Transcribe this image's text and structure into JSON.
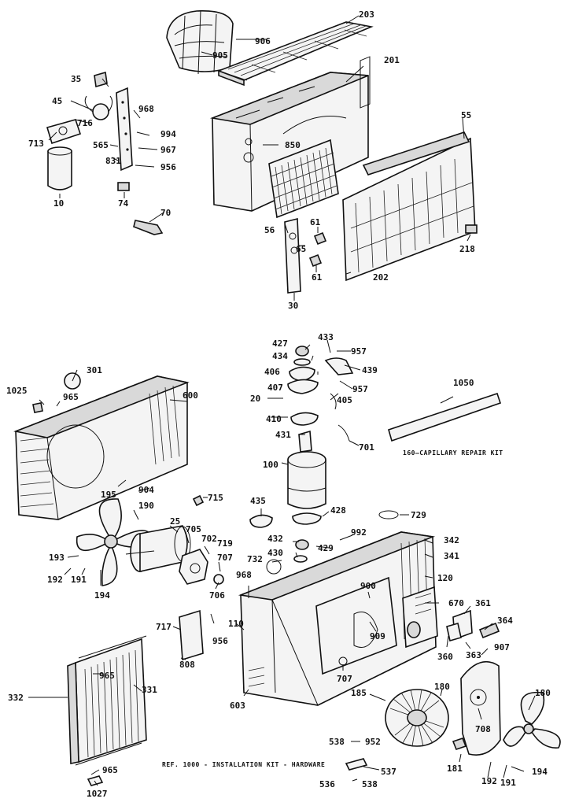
{
  "callouts": [
    {
      "id": "c203",
      "text": "203"
    },
    {
      "id": "c906",
      "text": "906"
    },
    {
      "id": "c905",
      "text": "905"
    },
    {
      "id": "c201",
      "text": "201"
    },
    {
      "id": "c35",
      "text": "35"
    },
    {
      "id": "c45",
      "text": "45"
    },
    {
      "id": "c716",
      "text": "716"
    },
    {
      "id": "c713",
      "text": "713"
    },
    {
      "id": "c968a",
      "text": "968"
    },
    {
      "id": "c994",
      "text": "994"
    },
    {
      "id": "c565",
      "text": "565"
    },
    {
      "id": "c967",
      "text": "967"
    },
    {
      "id": "c831",
      "text": "831"
    },
    {
      "id": "c956a",
      "text": "956"
    },
    {
      "id": "c10",
      "text": "10"
    },
    {
      "id": "c74",
      "text": "74"
    },
    {
      "id": "c70",
      "text": "70"
    },
    {
      "id": "c850",
      "text": "850"
    },
    {
      "id": "c55",
      "text": "55"
    },
    {
      "id": "c56",
      "text": "56"
    },
    {
      "id": "c61a",
      "text": "61"
    },
    {
      "id": "c65",
      "text": "65"
    },
    {
      "id": "c61b",
      "text": "61"
    },
    {
      "id": "c218",
      "text": "218"
    },
    {
      "id": "c202",
      "text": "202"
    },
    {
      "id": "c30",
      "text": "30"
    },
    {
      "id": "c427",
      "text": "427"
    },
    {
      "id": "c433",
      "text": "433"
    },
    {
      "id": "c957a",
      "text": "957"
    },
    {
      "id": "c434",
      "text": "434"
    },
    {
      "id": "c439",
      "text": "439"
    },
    {
      "id": "c406",
      "text": "406"
    },
    {
      "id": "c957b",
      "text": "957"
    },
    {
      "id": "c407",
      "text": "407"
    },
    {
      "id": "c405",
      "text": "405"
    },
    {
      "id": "c20",
      "text": "20"
    },
    {
      "id": "c410",
      "text": "410"
    },
    {
      "id": "c431",
      "text": "431"
    },
    {
      "id": "c701",
      "text": "701"
    },
    {
      "id": "c100",
      "text": "100"
    },
    {
      "id": "c301",
      "text": "301"
    },
    {
      "id": "c1025",
      "text": "1025"
    },
    {
      "id": "c965a",
      "text": "965"
    },
    {
      "id": "c600",
      "text": "600"
    },
    {
      "id": "c1050",
      "text": "1050"
    },
    {
      "id": "c195",
      "text": "195"
    },
    {
      "id": "c904",
      "text": "904"
    },
    {
      "id": "c715",
      "text": "715"
    },
    {
      "id": "c435",
      "text": "435"
    },
    {
      "id": "c428",
      "text": "428"
    },
    {
      "id": "c729",
      "text": "729"
    },
    {
      "id": "c190",
      "text": "190"
    },
    {
      "id": "c25",
      "text": "25"
    },
    {
      "id": "c705",
      "text": "705"
    },
    {
      "id": "c702",
      "text": "702"
    },
    {
      "id": "c719",
      "text": "719"
    },
    {
      "id": "c432",
      "text": "432"
    },
    {
      "id": "c992",
      "text": "992"
    },
    {
      "id": "c429",
      "text": "429"
    },
    {
      "id": "c342",
      "text": "342"
    },
    {
      "id": "c193",
      "text": "193"
    },
    {
      "id": "c707a",
      "text": "707"
    },
    {
      "id": "c430",
      "text": "430"
    },
    {
      "id": "c341",
      "text": "341"
    },
    {
      "id": "c192",
      "text": "192"
    },
    {
      "id": "c191",
      "text": "191"
    },
    {
      "id": "c732",
      "text": "732"
    },
    {
      "id": "c706",
      "text": "706"
    },
    {
      "id": "c120",
      "text": "120"
    },
    {
      "id": "c194a",
      "text": "194"
    },
    {
      "id": "c968b",
      "text": "968"
    },
    {
      "id": "c900",
      "text": "900"
    },
    {
      "id": "c670",
      "text": "670"
    },
    {
      "id": "c361",
      "text": "361"
    },
    {
      "id": "c364",
      "text": "364"
    },
    {
      "id": "c717",
      "text": "717"
    },
    {
      "id": "c110",
      "text": "110"
    },
    {
      "id": "c956b",
      "text": "956"
    },
    {
      "id": "c909",
      "text": "909"
    },
    {
      "id": "c808",
      "text": "808"
    },
    {
      "id": "c360",
      "text": "360"
    },
    {
      "id": "c363",
      "text": "363"
    },
    {
      "id": "c907",
      "text": "907"
    },
    {
      "id": "c965b",
      "text": "965"
    },
    {
      "id": "c332",
      "text": "332"
    },
    {
      "id": "c331",
      "text": "331"
    },
    {
      "id": "c707b",
      "text": "707"
    },
    {
      "id": "c603",
      "text": "603"
    },
    {
      "id": "c185",
      "text": "185"
    },
    {
      "id": "c180a",
      "text": "180"
    },
    {
      "id": "c180b",
      "text": "180"
    },
    {
      "id": "c708",
      "text": "708"
    },
    {
      "id": "c538a",
      "text": "538"
    },
    {
      "id": "c952",
      "text": "952"
    },
    {
      "id": "c181",
      "text": "181"
    },
    {
      "id": "c537",
      "text": "537"
    },
    {
      "id": "c965c",
      "text": "965"
    },
    {
      "id": "c192b",
      "text": "192"
    },
    {
      "id": "c191b",
      "text": "191"
    },
    {
      "id": "c194b",
      "text": "194"
    },
    {
      "id": "c1027",
      "text": "1027"
    },
    {
      "id": "c536",
      "text": "536"
    },
    {
      "id": "c538b",
      "text": "538"
    }
  ],
  "notes": {
    "capillary_kit": "160—CAPILLARY REPAIR KIT",
    "installation_kit": "REF. 1000 - INSTALLATION KIT - HARDWARE"
  }
}
